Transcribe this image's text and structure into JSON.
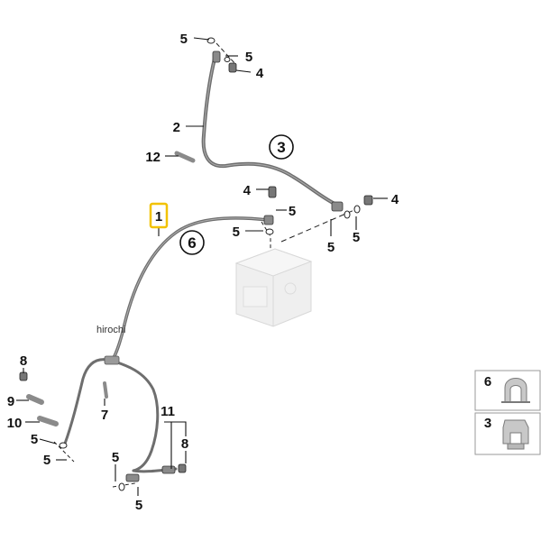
{
  "colors": {
    "line": "#1a1a1a",
    "hose": "#6e6e6e",
    "hose_highlight": "#9a9a9a",
    "highlight_box": "#f2c200",
    "part_gray": "#c8c8c8",
    "part_light": "#ececec"
  },
  "watermark": "hirochi",
  "callouts": {
    "c5_top": "5",
    "c5_top2": "5",
    "c4_top": "4",
    "c2": "2",
    "c3": "3",
    "c12": "12",
    "c1": "1",
    "c4_mid": "4",
    "c5_mid": "5",
    "c6": "6",
    "c5_mid2": "5",
    "c4_right": "4",
    "c5_right1": "5",
    "c5_right2": "5",
    "c8_left": "8",
    "c9": "9",
    "c10": "10",
    "c5_left1": "5",
    "c5_left2": "5",
    "c7": "7",
    "c11": "11",
    "c8_bottom": "8",
    "c5_bottom1": "5",
    "c5_bottom2": "5"
  },
  "legend": {
    "item1": "6",
    "item2": "3"
  }
}
